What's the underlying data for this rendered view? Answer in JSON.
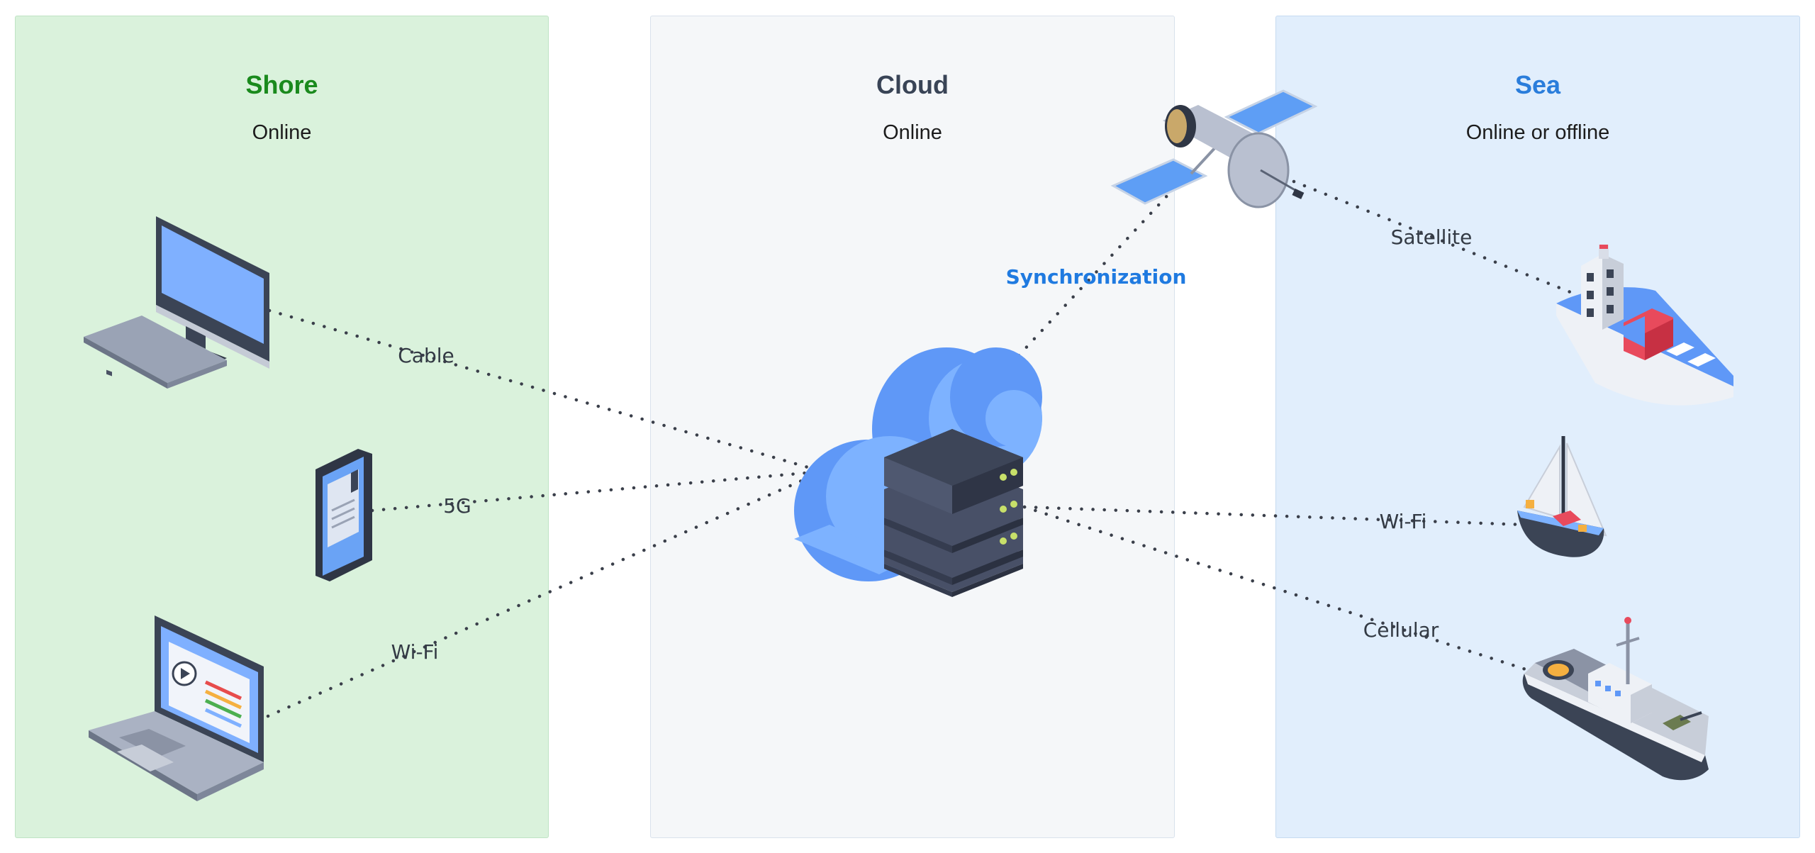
{
  "zones": {
    "shore": {
      "title": "Shore",
      "subtitle": "Online"
    },
    "cloud": {
      "title": "Cloud",
      "subtitle": "Online"
    },
    "sea": {
      "title": "Sea",
      "subtitle": "Online or offline"
    }
  },
  "connections": {
    "cable": "Cable",
    "fiveg": "5G",
    "shore_wifi": "Wi-Fi",
    "satellite": "Satellite",
    "sync": "Synchronization",
    "sea_wifi": "Wi-Fi",
    "cellular": "Cellular"
  },
  "devices": {
    "desktop": "desktop-computer-icon",
    "phone": "smartphone-icon",
    "laptop": "laptop-icon",
    "server": "cloud-server-icon",
    "satellite": "satellite-icon",
    "cargo_ship": "cargo-ship-icon",
    "sailboat": "sailboat-icon",
    "patrol_ship": "patrol-ship-icon"
  },
  "colors": {
    "shore_title": "#1a8a1d",
    "cloud_title": "#394456",
    "sea_title": "#2a7ddb",
    "sync": "#1f7ae0"
  }
}
